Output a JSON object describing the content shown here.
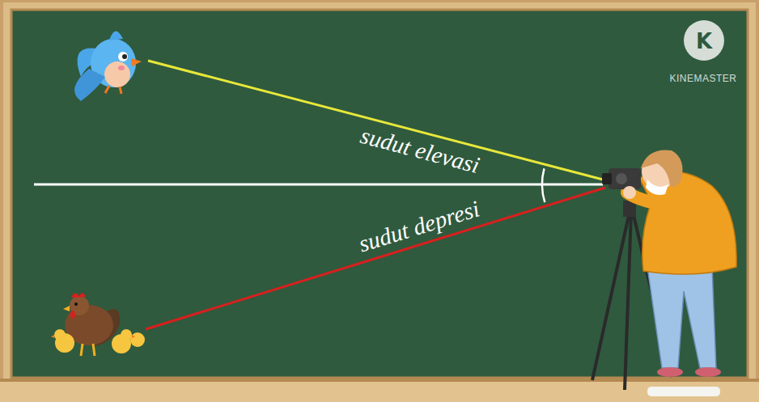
{
  "diagram": {
    "labels": [
      "sudut elevasi",
      "sudut depresi",
      "K",
      "KINEMASTER"
    ]
  }
}
